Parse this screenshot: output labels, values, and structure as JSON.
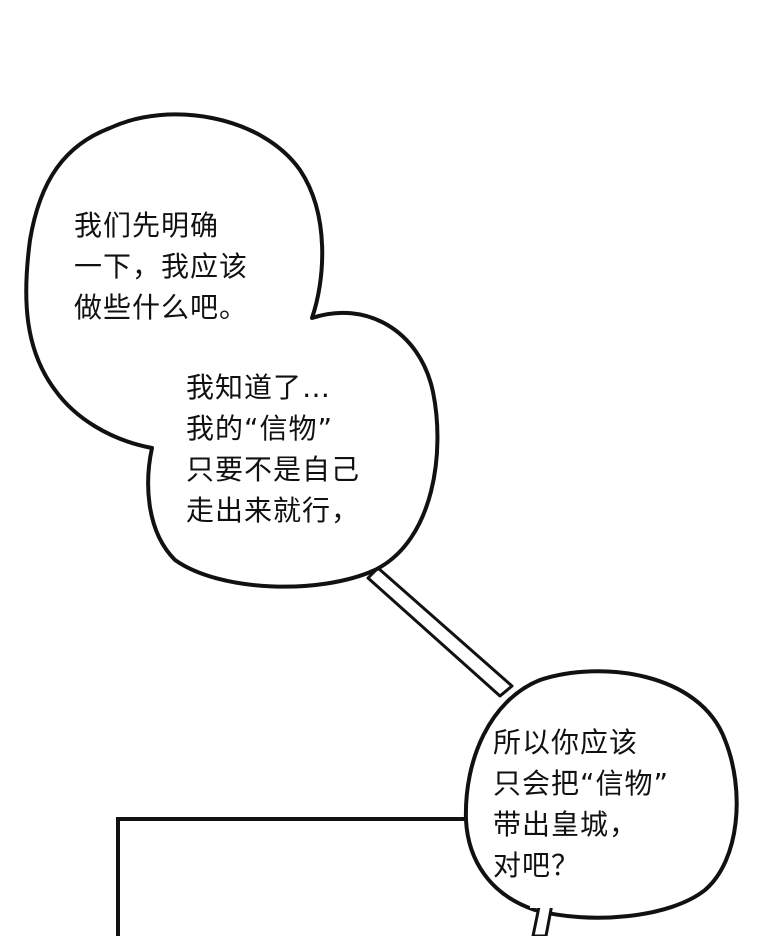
{
  "bubbles": [
    {
      "lines": [
        "我们先明确",
        "一下，我应该",
        "做些什么吧。"
      ]
    },
    {
      "lines": [
        "我知道了…",
        "我的“信物”",
        "只要不是自己",
        "走出来就行，"
      ]
    },
    {
      "lines": [
        "所以你应该",
        "只会把“信物”",
        "带出皇城，",
        "对吧？"
      ]
    }
  ],
  "colors": {
    "ink": "#111111",
    "paper": "#ffffff"
  }
}
